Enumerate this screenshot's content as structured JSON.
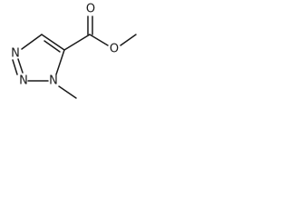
{
  "molecule": {
    "atoms": {
      "n_top": "N",
      "n_left": "N",
      "n_methyl": "N",
      "o_carbonyl": "O",
      "o_ester": "O"
    }
  }
}
